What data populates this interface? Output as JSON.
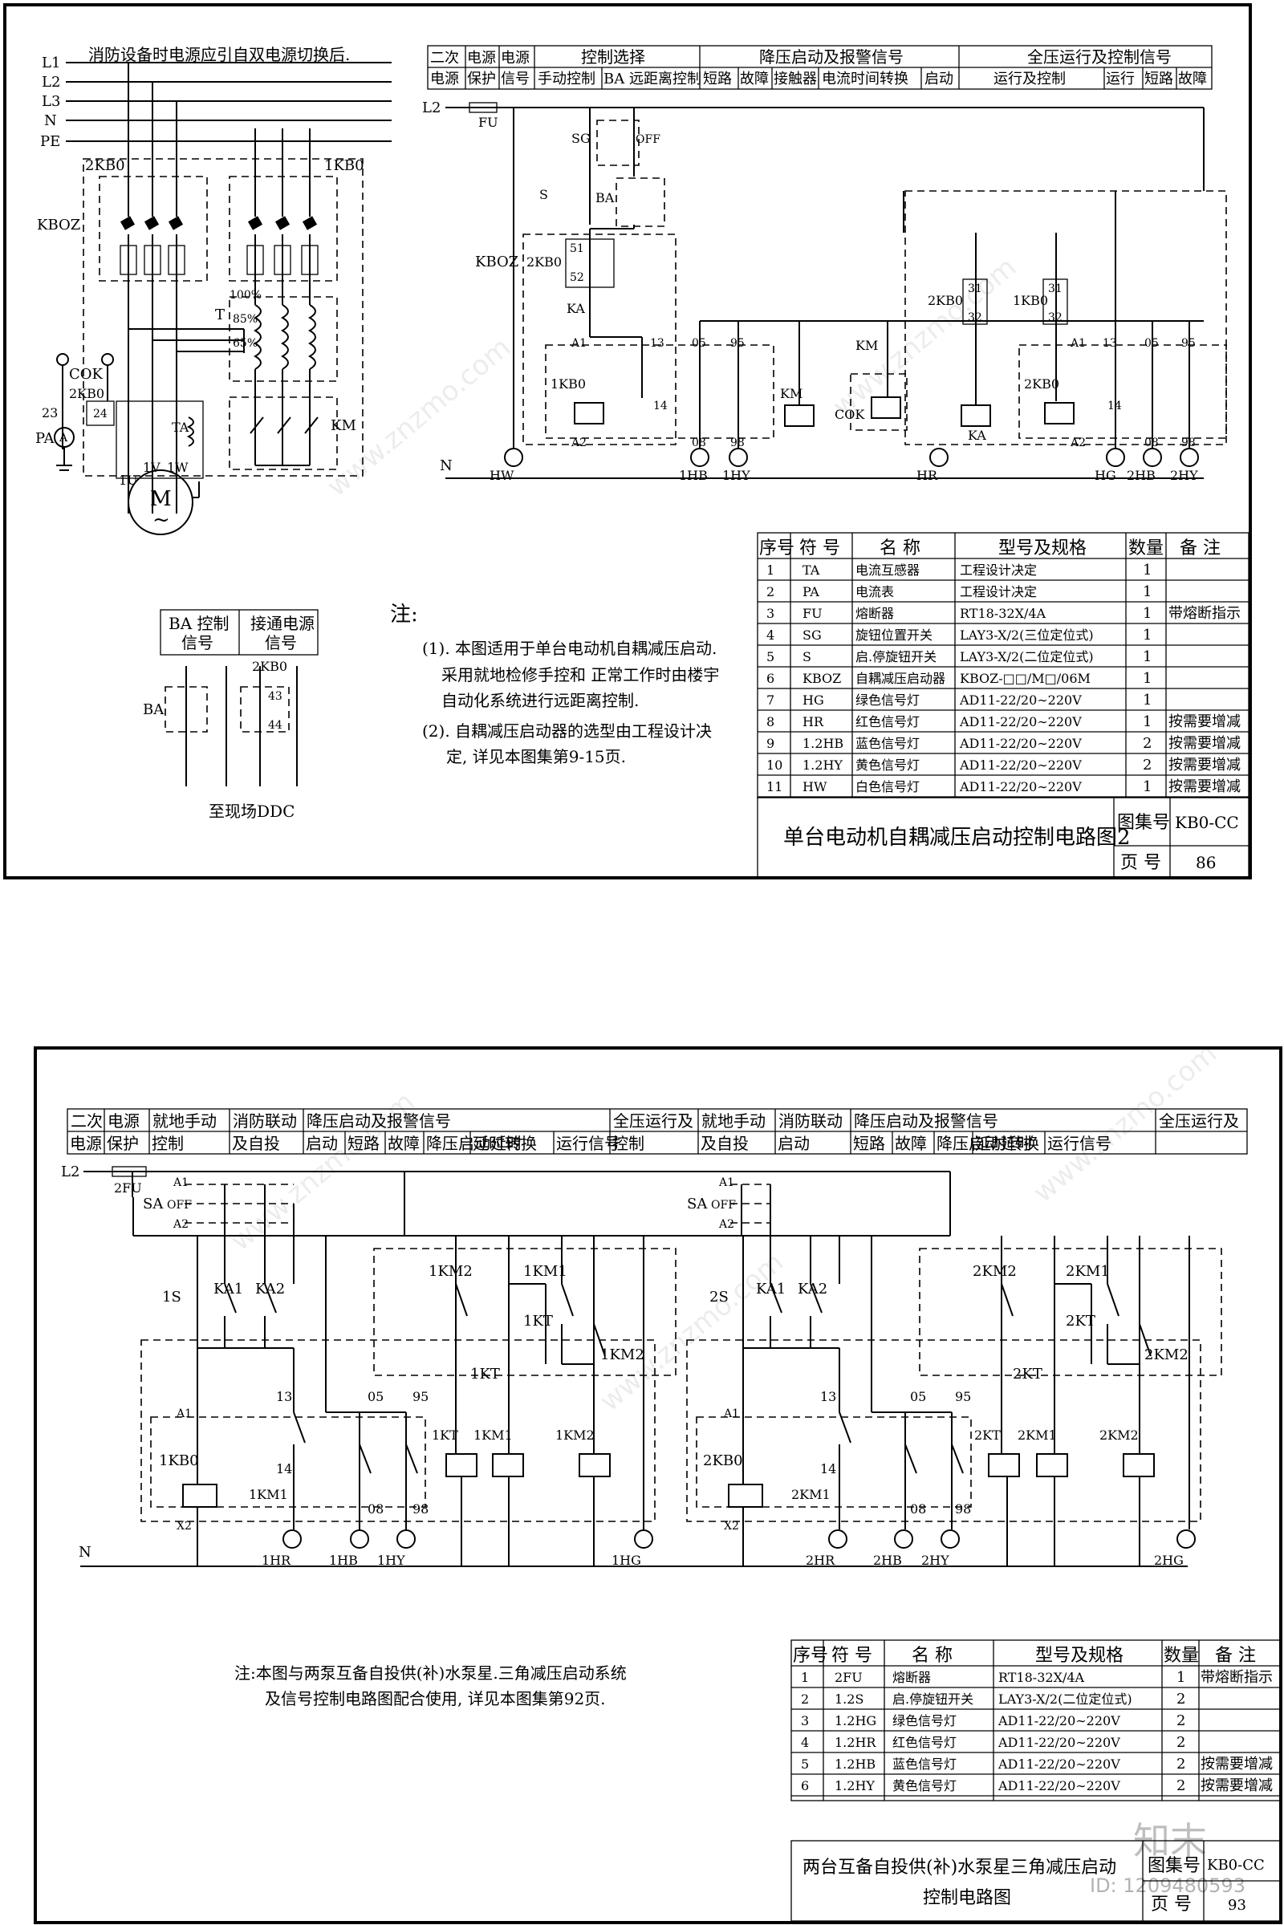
{
  "sheet1": {
    "supply_note": "消防设备时电源应引自双电源切换后.",
    "bus_labels": [
      "L1",
      "L2",
      "L3",
      "N",
      "PE"
    ],
    "main_labels": {
      "kb0_2": "2KB0",
      "kb0_1": "1KB0",
      "kboz": "KBOZ",
      "cok": "COK",
      "kb0_2b": "2KB0",
      "pa": "PA",
      "ta": "TA",
      "t": "T",
      "km": "KM",
      "n23": "23",
      "n24": "24",
      "u1": "1U",
      "v1": "1V",
      "w1": "1W",
      "motor": "M",
      "motor_sub": "~"
    },
    "taps": [
      "100%",
      "85%",
      "65%"
    ],
    "header_top": [
      "二次",
      "电源",
      "电源",
      "控制选择",
      "降压启动及报警信号",
      "全压运行及控制信号"
    ],
    "header_bottom": [
      "电源",
      "保护",
      "信号",
      "手动控制",
      "BA 远距离控制",
      "短路",
      "故障",
      "接触器",
      "电流时间转换",
      "启动",
      "运行及控制",
      "运行",
      "短路",
      "故障"
    ],
    "ctrl_labels": {
      "l2": "L2",
      "fu": "FU",
      "sg": "SG",
      "off": "OFF",
      "s": "S",
      "ba": "BA",
      "kboz": "KBOZ",
      "kb0_2": "2KB0",
      "n51": "51",
      "n52": "52",
      "ka": "KA",
      "a1": "A1",
      "a2": "A2",
      "kb0_1": "1KB0",
      "n13": "13",
      "n14": "14",
      "n05": "05",
      "n95": "95",
      "n08": "08",
      "n98": "98",
      "km": "KM",
      "cok": "COK",
      "n": "N",
      "kb0_2b": "2KB0",
      "kb0_1b": "1KB0",
      "n31": "31",
      "n32": "32",
      "ka2": "KA",
      "kb0_2c": "2KB0"
    },
    "lamps": [
      "HW",
      "1HB",
      "1HY",
      "HR",
      "HG",
      "2HB",
      "2HY"
    ],
    "ba_box": {
      "h1": "BA 控制",
      "h2": "信号",
      "h3": "接通电源",
      "h4": "信号",
      "kb0": "2KB0",
      "ba": "BA",
      "n43": "43",
      "n44": "44",
      "ddc": "至现场DDC"
    },
    "notes": {
      "head": "注:",
      "p1a": "(1). 本图适用于单台电动机自耦减压启动.",
      "p1b": "采用就地检修手控和 正常工作时由楼宇",
      "p1c": "自动化系统进行远距离控制.",
      "p2a": "(2). 自耦减压启动器的选型由工程设计决",
      "p2b": "定, 详见本图集第9-15页."
    },
    "table": {
      "headers": [
        "序号",
        "符 号",
        "名 称",
        "型号及规格",
        "数量",
        "备 注"
      ],
      "rows": [
        [
          "1",
          "TA",
          "电流互感器",
          "工程设计决定",
          "1",
          ""
        ],
        [
          "2",
          "PA",
          "电流表",
          "工程设计决定",
          "1",
          ""
        ],
        [
          "3",
          "FU",
          "熔断器",
          "RT18-32X/4A",
          "1",
          "带熔断指示"
        ],
        [
          "4",
          "SG",
          "旋钮位置开关",
          "LAY3-X/2(三位定位式)",
          "1",
          ""
        ],
        [
          "5",
          "S",
          "启.停旋钮开关",
          "LAY3-X/2(二位定位式)",
          "1",
          ""
        ],
        [
          "6",
          "KBOZ",
          "自耦减压启动器",
          "KBOZ-□□/M□/06M",
          "1",
          ""
        ],
        [
          "7",
          "HG",
          "绿色信号灯",
          "AD11-22/20∼220V",
          "1",
          ""
        ],
        [
          "8",
          "HR",
          "红色信号灯",
          "AD11-22/20∼220V",
          "1",
          "按需要增减"
        ],
        [
          "9",
          "1.2HB",
          "蓝色信号灯",
          "AD11-22/20∼220V",
          "2",
          "按需要增减"
        ],
        [
          "10",
          "1.2HY",
          "黄色信号灯",
          "AD11-22/20∼220V",
          "2",
          "按需要增减"
        ],
        [
          "11",
          "HW",
          "白色信号灯",
          "AD11-22/20∼220V",
          "1",
          "按需要增减"
        ]
      ]
    },
    "title_block": {
      "title": "单台电动机自耦减压启动控制电路图2",
      "atlas_label": "图集号",
      "atlas_no": "KB0-CC",
      "page_label": "页 号",
      "page_no": "86"
    }
  },
  "sheet2": {
    "header_top": [
      "二次",
      "电源",
      "就地手动",
      "消防联动",
      "降压启动及报警信号",
      "全压运行及",
      "就地手动",
      "消防联动",
      "降压启动及报警信号",
      "全压运行及"
    ],
    "header_bottom": [
      "电源",
      "保护",
      "控制",
      "及自投",
      "启动",
      "短路",
      "故障",
      "降压启动延时",
      "延时转换",
      "运行信号",
      "控制",
      "及自投",
      "启动",
      "短路",
      "故障",
      "降压启动延时",
      "延时转换",
      "运行信号"
    ],
    "labels": {
      "l2": "L2",
      "fu2": "2FU",
      "sa": "SA",
      "off": "OFF",
      "a1": "A1",
      "a2": "A2",
      "s1": "1S",
      "s2": "2S",
      "ka1": "KA1",
      "ka2": "KA2",
      "km2_1": "1KM2",
      "km1_1": "1KM1",
      "kt_1": "1KT",
      "km2_2": "2KM2",
      "km1_2": "2KM1",
      "kt_2": "2KT",
      "kb0_1": "1KB0",
      "kb0_2": "2KB0",
      "n13": "13",
      "n14": "14",
      "n05": "05",
      "n95": "95",
      "n08": "08",
      "n98": "98",
      "n": "N",
      "x2": "X2"
    },
    "lamps": [
      "1HR",
      "1HB",
      "1HY",
      "1HG",
      "2HR",
      "2HB",
      "2HY",
      "2HG"
    ],
    "note": {
      "l1": "注:本图与两泵互备自投供(补)水泵星.三角减压启动系统",
      "l2": "及信号控制电路图配合使用, 详见本图集第92页."
    },
    "table": {
      "headers": [
        "序号",
        "符 号",
        "名 称",
        "型号及规格",
        "数量",
        "备 注"
      ],
      "rows": [
        [
          "1",
          "2FU",
          "熔断器",
          "RT18-32X/4A",
          "1",
          "带熔断指示"
        ],
        [
          "2",
          "1.2S",
          "启.停旋钮开关",
          "LAY3-X/2(二位定位式)",
          "2",
          ""
        ],
        [
          "3",
          "1.2HG",
          "绿色信号灯",
          "AD11-22/20∼220V",
          "2",
          ""
        ],
        [
          "4",
          "1.2HR",
          "红色信号灯",
          "AD11-22/20∼220V",
          "2",
          ""
        ],
        [
          "5",
          "1.2HB",
          "蓝色信号灯",
          "AD11-22/20∼220V",
          "2",
          "按需要增减"
        ],
        [
          "6",
          "1.2HY",
          "黄色信号灯",
          "AD11-22/20∼220V",
          "2",
          "按需要增减"
        ]
      ]
    },
    "title_block": {
      "title1": "两台互备自投供(补)水泵星三角减压启动",
      "title2": "控制电路图",
      "atlas_label": "图集号",
      "atlas_no": "KB0-CC",
      "page_label": "页 号",
      "page_no": "93"
    }
  },
  "watermark": {
    "text": "www.znzmo.com",
    "logo": "知末",
    "id_text": "ID: 1209480593"
  }
}
